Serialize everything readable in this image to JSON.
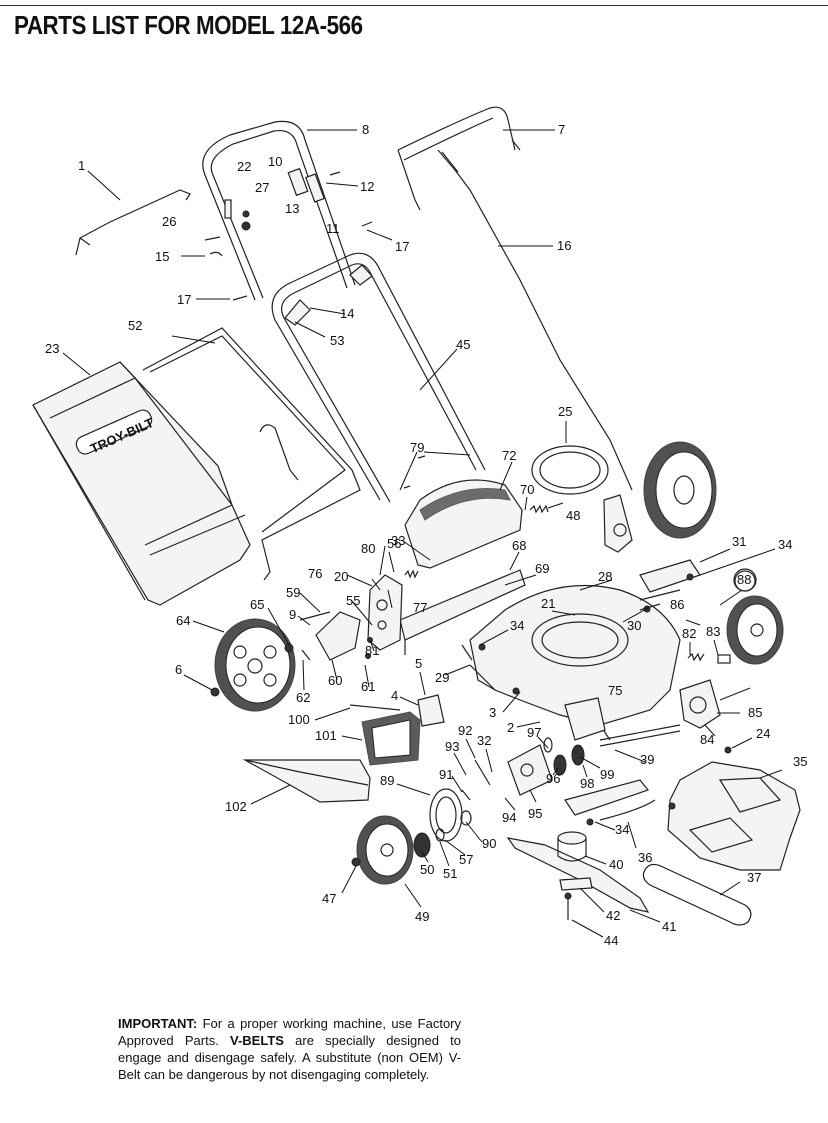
{
  "page": {
    "title": "PARTS LIST FOR MODEL 12A-566"
  },
  "diagram": {
    "brand_mark": "TROY-BILT",
    "callouts": [
      "1",
      "2",
      "3",
      "4",
      "5",
      "6",
      "7",
      "8",
      "9",
      "10",
      "11",
      "12",
      "13",
      "14",
      "15",
      "16",
      "17",
      "17",
      "20",
      "21",
      "22",
      "23",
      "24",
      "25",
      "26",
      "27",
      "28",
      "29",
      "30",
      "31",
      "32",
      "33",
      "34",
      "34",
      "34",
      "35",
      "36",
      "37",
      "39",
      "40",
      "41",
      "42",
      "44",
      "45",
      "47",
      "48",
      "49",
      "50",
      "51",
      "52",
      "53",
      "55",
      "56",
      "57",
      "59",
      "60",
      "61",
      "62",
      "64",
      "65",
      "68",
      "69",
      "70",
      "72",
      "75",
      "76",
      "77",
      "79",
      "80",
      "81",
      "82",
      "83",
      "84",
      "85",
      "86",
      "88",
      "89",
      "90",
      "91",
      "92",
      "93",
      "94",
      "95",
      "96",
      "97",
      "98",
      "99",
      "100",
      "101",
      "102"
    ]
  },
  "notice": {
    "lead": "IMPORTANT:",
    "text1": " For a proper working machine, use Factory Approved Parts. ",
    "emph": "V-BELTS",
    "text2": " are specially designed to engage and disengage safely.  A substitute (non OEM) V-Belt can be dangerous by not disengaging completely."
  }
}
